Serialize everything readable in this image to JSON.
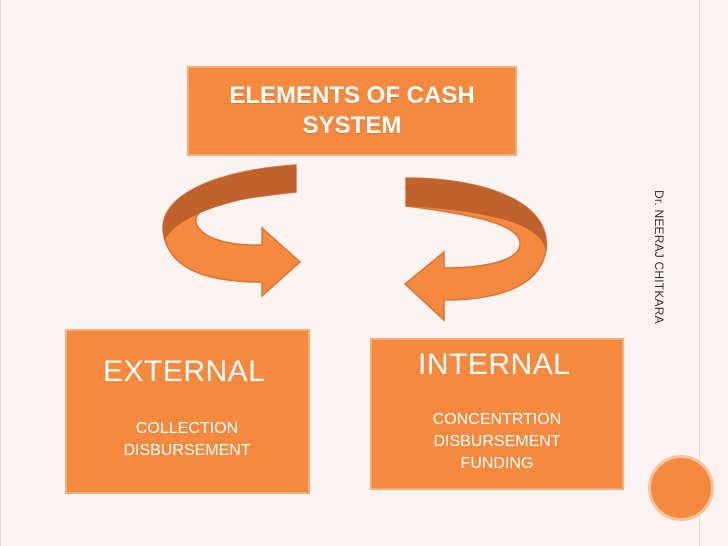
{
  "title": {
    "line1": "ELEMENTS OF CASH",
    "line2": "SYSTEM"
  },
  "external": {
    "heading": "EXTERNAL",
    "items": [
      "COLLECTION",
      "DISBURSEMENT"
    ]
  },
  "internal": {
    "heading": "INTERNAL",
    "items": [
      "CONCENTRTION",
      "DISBURSEMENT",
      "FUNDING"
    ]
  },
  "side_credit": "Dr. NEERAJ CHITKARA",
  "colors": {
    "box_fill": "#f58a3f",
    "box_border": "#f7ad7a",
    "arrow_top": "#c0622c",
    "arrow_body": "#f58a3f",
    "background": "#fdf4f2"
  },
  "icons": {
    "left_arrow": "curved-arrow-icon",
    "right_arrow": "curved-arrow-icon",
    "corner": "circle-decoration"
  }
}
